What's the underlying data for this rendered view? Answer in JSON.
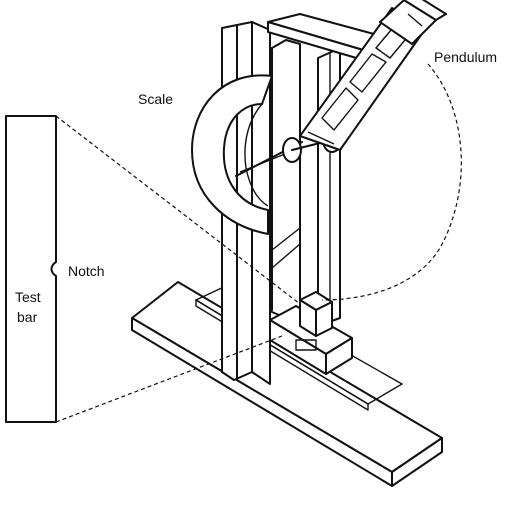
{
  "labels": {
    "scale": "Scale",
    "pendulum": "Pendulum",
    "notch": "Notch",
    "test_line1": "Test",
    "test_line2": "bar"
  }
}
